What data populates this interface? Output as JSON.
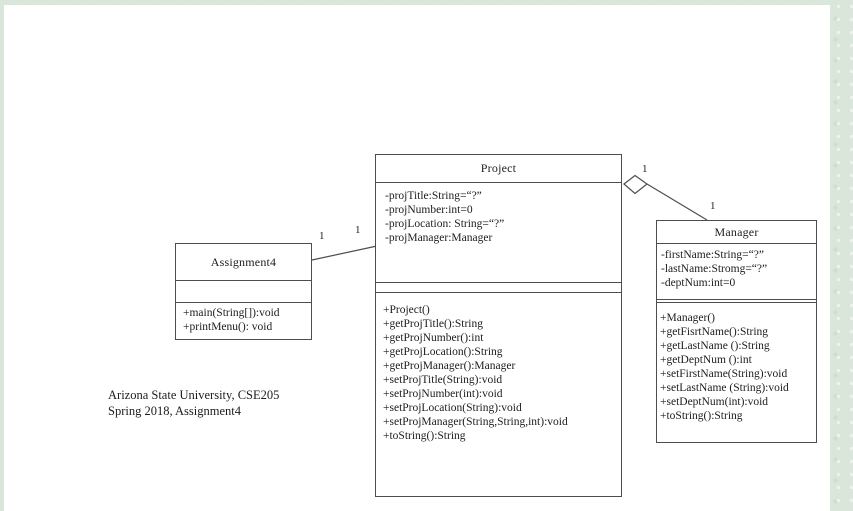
{
  "diagram_type": "uml-class-diagram",
  "classes": {
    "assignment4": {
      "name": "Assignment4",
      "attributes": [],
      "methods": [
        "+main(String[]):void",
        "+printMenu(): void"
      ]
    },
    "project": {
      "name": "Project",
      "attributes": [
        "-projTitle:String=“?”",
        "-projNumber:int=0",
        "-projLocation: String=“?”",
        "-projManager:Manager"
      ],
      "methods": [
        "+Project()",
        "+getProjTitle():String",
        "+getProjNumber():int",
        "+getProjLocation():String",
        "+getProjManager():Manager",
        "+setProjTitle(String):void",
        "+setProjNumber(int):void",
        "+setProjLocation(String):void",
        "+setProjManager(String,String,int):void",
        "+toString():String"
      ]
    },
    "manager": {
      "name": "Manager",
      "attributes": [
        "-firstName:String=“?”",
        "-lastName:Stromg=“?”",
        "-deptNum:int=0"
      ],
      "methods": [
        "+Manager()",
        "+getFisrtName():String",
        "+getLastName ():String",
        "+getDeptNum ():int",
        "+setFirstName(String):void",
        "+setLastName (String):void",
        "+setDeptNum(int):void",
        "+toString():String"
      ]
    }
  },
  "relationships": {
    "assignment4_project": {
      "type": "association",
      "from": "Assignment4",
      "to": "Project",
      "from_multiplicity": "1",
      "to_multiplicity": "1"
    },
    "project_manager": {
      "type": "aggregation",
      "from": "Project",
      "to": "Manager",
      "from_multiplicity": "1",
      "to_multiplicity": "1"
    }
  },
  "footer": {
    "line1": "Arizona State University, CSE205",
    "line2": "Spring 2018, Assignment4"
  },
  "colors": {
    "line": "#4d4d4d",
    "text": "#1c1c1c",
    "page_background": "#ffffff",
    "margin_background": "#d9e6d9"
  }
}
